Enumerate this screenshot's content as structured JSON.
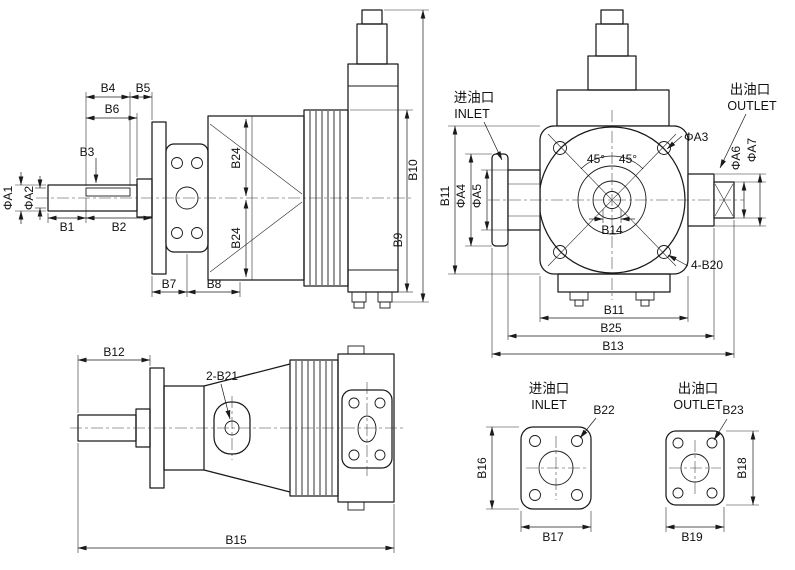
{
  "meta": {
    "background": "#ffffff",
    "line_color": "#1a1a1a"
  },
  "labels": {
    "side": {
      "b1": "B1",
      "b2": "B2",
      "b3": "B3",
      "b4": "B4",
      "b5": "B5",
      "b6": "B6",
      "b7": "B7",
      "b8": "B8",
      "b9": "B9",
      "b10": "B10",
      "b24_upper": "B24",
      "b24_lower": "B24",
      "phi_a1": "ΦA1",
      "phi_a2": "ΦA2"
    },
    "end": {
      "inlet_cn": "进油口",
      "inlet_en": "INLET",
      "outlet_cn": "出油口",
      "outlet_en": "OUTLET",
      "phi_a3": "ΦA3",
      "phi_a4": "ΦA4",
      "phi_a5": "ΦA5",
      "phi_a6": "ΦA6",
      "phi_a7": "ΦA7",
      "b11_left": "B11",
      "b14": "B14",
      "angle_left": "45°",
      "angle_right": "45°",
      "four_b20": "4-B20",
      "b11_bottom": "B11",
      "b25": "B25",
      "b13": "B13"
    },
    "plan": {
      "b12": "B12",
      "two_b21": "2-B21",
      "b15": "B15"
    },
    "ports": {
      "inlet_cn": "进油口",
      "inlet_en": "INLET",
      "outlet_cn": "出油口",
      "outlet_en": "OUTLET",
      "b16": "B16",
      "b17": "B17",
      "b18": "B18",
      "b19": "B19",
      "b22": "B22",
      "b23": "B23"
    }
  }
}
